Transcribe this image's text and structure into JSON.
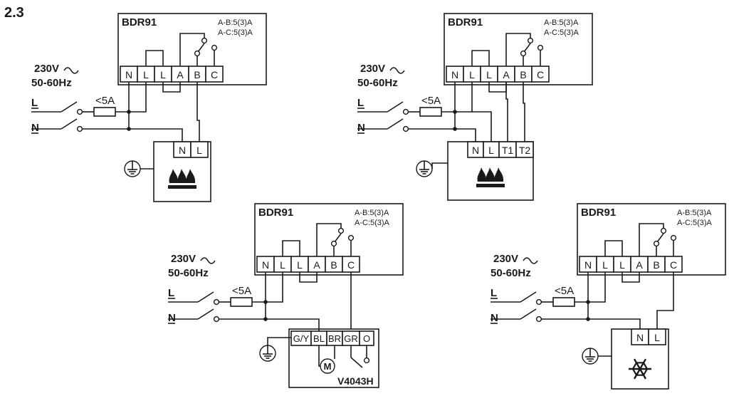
{
  "section_number": "2.3",
  "diagrams": [
    {
      "title": "BDR91",
      "rating_ab": "A-B:5(3)A",
      "rating_ac": "A-C:5(3)A",
      "voltage": "230V",
      "frequency": "50-60Hz",
      "fuse": "<5A",
      "line_label": "L",
      "neutral_label": "N",
      "terminals": [
        "N",
        "L",
        "L",
        "A",
        "B",
        "C"
      ],
      "device_terminals": [
        "N",
        "L"
      ],
      "device_icon": "flame-icon",
      "device_label": ""
    },
    {
      "title": "BDR91",
      "rating_ab": "A-B:5(3)A",
      "rating_ac": "A-C:5(3)A",
      "voltage": "230V",
      "frequency": "50-60Hz",
      "fuse": "<5A",
      "line_label": "L",
      "neutral_label": "N",
      "terminals": [
        "N",
        "L",
        "L",
        "A",
        "B",
        "C"
      ],
      "device_terminals": [
        "N",
        "L",
        "T1",
        "T2"
      ],
      "device_icon": "flame-icon",
      "device_label": ""
    },
    {
      "title": "BDR91",
      "rating_ab": "A-B:5(3)A",
      "rating_ac": "A-C:5(3)A",
      "voltage": "230V",
      "frequency": "50-60Hz",
      "fuse": "<5A",
      "line_label": "L",
      "neutral_label": "N",
      "terminals": [
        "N",
        "L",
        "L",
        "A",
        "B",
        "C"
      ],
      "device_terminals": [
        "G/Y",
        "BL",
        "BR",
        "GR",
        "O"
      ],
      "device_icon": "motor-icon",
      "device_motor": "M",
      "device_label": "V4043H"
    },
    {
      "title": "BDR91",
      "rating_ab": "A-B:5(3)A",
      "rating_ac": "A-C:5(3)A",
      "voltage": "230V",
      "frequency": "50-60Hz",
      "fuse": "<5A",
      "line_label": "L",
      "neutral_label": "N",
      "terminals": [
        "N",
        "L",
        "L",
        "A",
        "B",
        "C"
      ],
      "device_terminals": [
        "N",
        "L"
      ],
      "device_icon": "snowflake-icon",
      "device_label": ""
    }
  ]
}
